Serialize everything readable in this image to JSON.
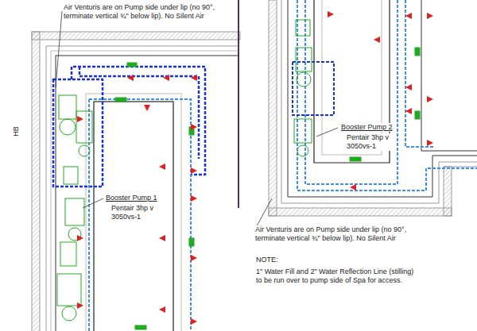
{
  "diagram": {
    "labels": [
      "Air Venturis are on Pump side under lip (no 90°, terminate vertical ¾\" below lip). No Silent Air",
      "HB",
      "Booster Pump 1",
      "Pentair 3hp v 3050vs-1",
      "Booster Pump 2",
      "Pentair 3hp v 3050vs-1",
      "Air Venturis are on Pump side under lip (no 90°, terminate vertical ¾\" below lip). No Silent Air",
      "NOTE:",
      "1\" Water Fill and 2\" Water Reflection Line (stilling) to be run over to pump side of Spa for access."
    ]
  }
}
